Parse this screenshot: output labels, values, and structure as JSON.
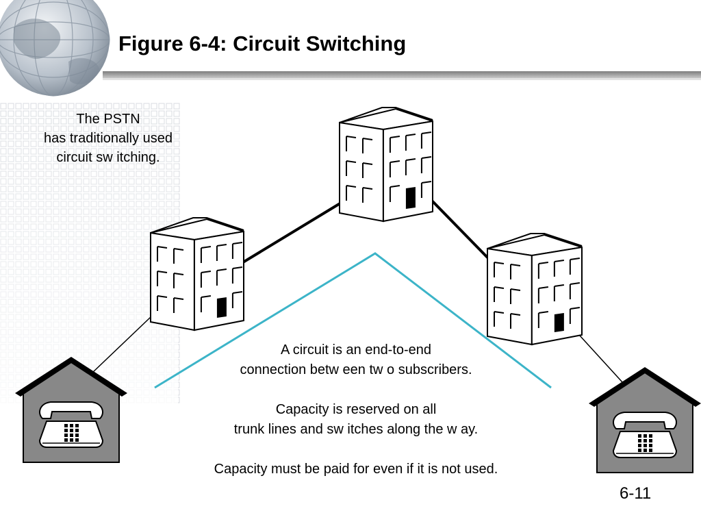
{
  "slide": {
    "title": "Figure 6-4: Circuit Switching",
    "page_number": "6-11"
  },
  "side_note": {
    "lines": [
      "The PSTN",
      "has traditionally used",
      "circuit sw itching."
    ]
  },
  "center_note": {
    "paragraph1": [
      "A circuit is an end-to-end",
      "connection betw een tw o subscribers."
    ],
    "paragraph2": [
      "Capacity is reserved on all",
      "trunk lines and sw itches along the w ay."
    ],
    "paragraph3": [
      "Capacity must be paid for even if it is not used."
    ]
  },
  "diagram": {
    "nodes": [
      {
        "id": "left-switch",
        "type": "building"
      },
      {
        "id": "center-switch",
        "type": "building"
      },
      {
        "id": "right-switch",
        "type": "building"
      },
      {
        "id": "left-subscriber",
        "type": "house-with-telephone"
      },
      {
        "id": "right-subscriber",
        "type": "house-with-telephone"
      }
    ],
    "trunk_lines": [
      {
        "from": "left-switch",
        "to": "center-switch"
      },
      {
        "from": "center-switch",
        "to": "right-switch"
      }
    ],
    "access_lines": [
      {
        "from": "left-subscriber",
        "to": "left-switch"
      },
      {
        "from": "right-subscriber",
        "to": "right-switch"
      }
    ],
    "circuit_path_color": "#3cb4c8",
    "trunk_color": "#000000"
  }
}
